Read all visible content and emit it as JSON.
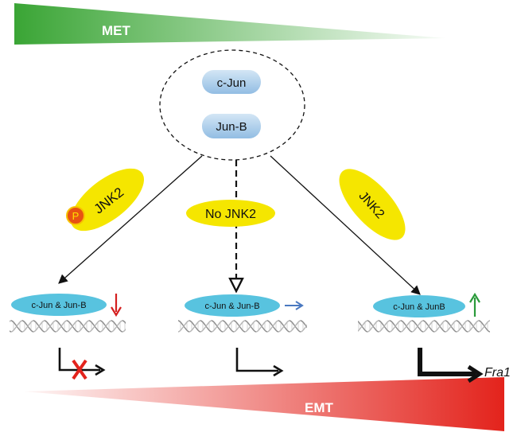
{
  "met": {
    "label": "MET",
    "color": "#3aa535"
  },
  "emt": {
    "label": "EMT",
    "color": "#e3231c"
  },
  "complex": {
    "top": "c-Jun",
    "bottom": "Jun-B"
  },
  "kinases": {
    "left": {
      "phospho_symbol": "P",
      "label": "JNK2"
    },
    "center": {
      "label": "No JNK2"
    },
    "right": {
      "label": "JNK2"
    }
  },
  "targets": {
    "left": {
      "label": "c-Jun & Jun-B",
      "trend": "down",
      "trend_color": "#d42020"
    },
    "center": {
      "label": "c-Jun & Jun-B",
      "trend": "steady",
      "trend_color": "#4a78c0"
    },
    "right": {
      "label": "c-Jun & JunB",
      "trend": "up",
      "trend_color": "#2a9a3a"
    }
  },
  "gene": {
    "label": "Fra1"
  },
  "colors": {
    "yellow": "#f5e600",
    "cyan": "#58c3df",
    "pill": "#b8d6ec",
    "dna": "#9a9a9a"
  },
  "icons": {
    "blocked": "red-x-icon",
    "transcription": "arrow-icon"
  }
}
